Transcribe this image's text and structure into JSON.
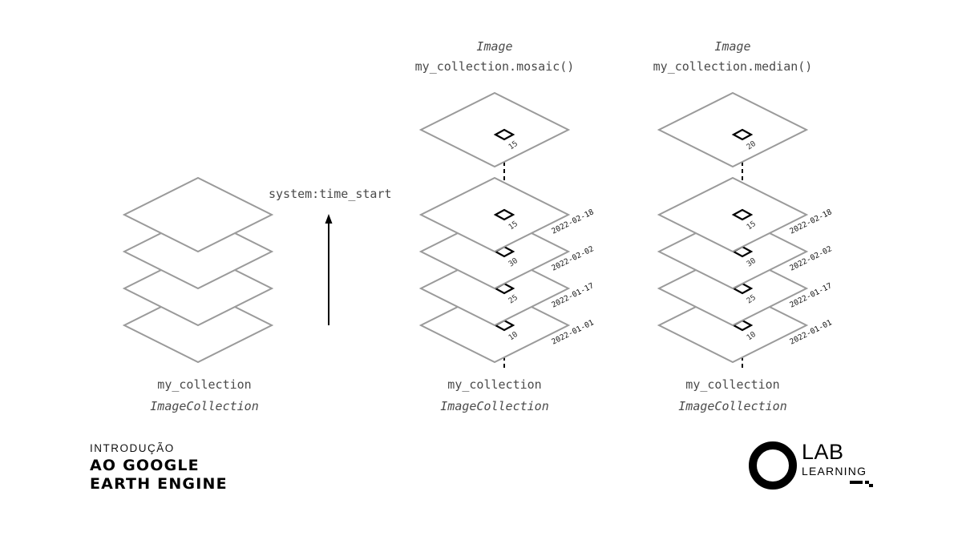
{
  "left_stack": {
    "name": "my_collection",
    "type": "ImageCollection"
  },
  "time_axis": {
    "label": "system:time_start"
  },
  "mosaic": {
    "output_type": "Image",
    "output_call": "my_collection.mosaic()",
    "output_value": "15",
    "layers": [
      {
        "date": "2022-02-18",
        "value": "15"
      },
      {
        "date": "2022-02-02",
        "value": "30"
      },
      {
        "date": "2022-01-17",
        "value": "25"
      },
      {
        "date": "2022-01-01",
        "value": "10"
      }
    ],
    "name": "my_collection",
    "type": "ImageCollection"
  },
  "median": {
    "output_type": "Image",
    "output_call": "my_collection.median()",
    "output_value": "20",
    "layers": [
      {
        "date": "2022-02-18",
        "value": "15"
      },
      {
        "date": "2022-02-02",
        "value": "30"
      },
      {
        "date": "2022-01-17",
        "value": "25"
      },
      {
        "date": "2022-01-01",
        "value": "10"
      }
    ],
    "name": "my_collection",
    "type": "ImageCollection"
  },
  "footer": {
    "intro": "INTRODUÇÃO",
    "title_line1": "AO GOOGLE",
    "title_line2": "EARTH ENGINE"
  },
  "logo": {
    "word1": "LAB",
    "word2": "LEARNING"
  },
  "colors": {
    "layer_stroke": "#9a9a9a",
    "text": "#4a4a4a",
    "ink": "#000000"
  }
}
